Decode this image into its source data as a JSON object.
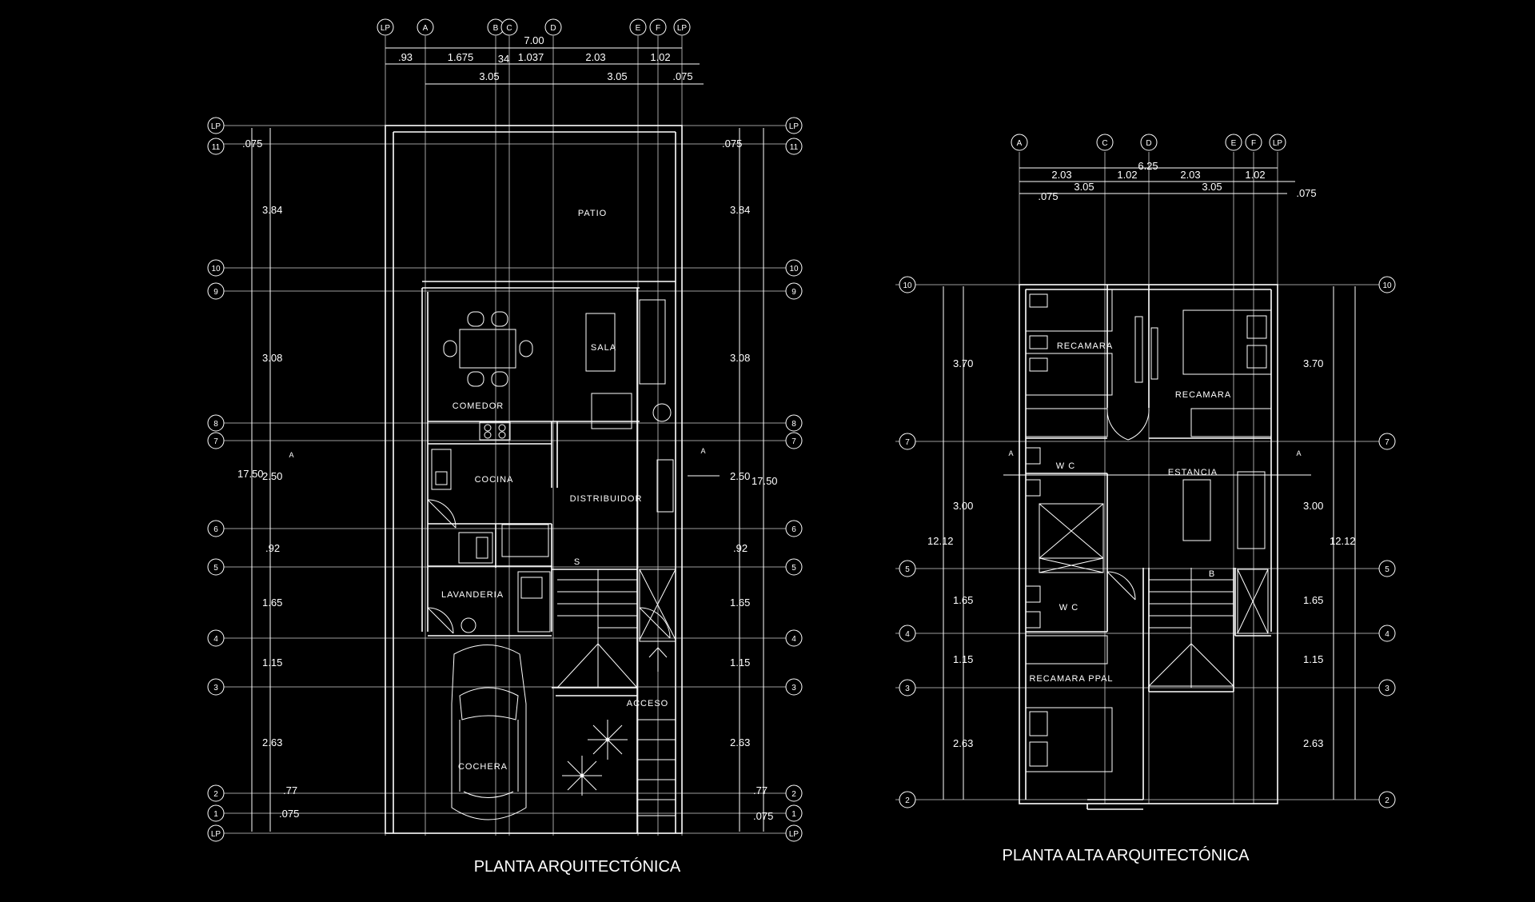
{
  "titles": {
    "ground": "PLANTA ARQUITECTÓNICA",
    "upper": "PLANTA ALTA ARQUITECTÓNICA"
  },
  "ground": {
    "top_axes": [
      "LP",
      "A",
      "B",
      "C",
      "D",
      "E",
      "F",
      "LP"
    ],
    "total_width": "7.00",
    "top_dims_row1": [
      ".93",
      "1.675",
      "34",
      "1.037",
      "2.03",
      "1.02"
    ],
    "top_dims_row2": [
      "3.05",
      "3.05",
      ".075"
    ],
    "side_axes": [
      "LP",
      "11",
      "10",
      "9",
      "8",
      "7",
      "6",
      "5",
      "4",
      "3",
      "2",
      "1",
      "LP"
    ],
    "side_dims": [
      ".075",
      "3.84",
      "3.08",
      "2.50",
      ".92",
      "1.65",
      "1.15",
      "2.63",
      ".77",
      ".075"
    ],
    "total_length": "17.50",
    "rooms": [
      "PATIO",
      "SALA",
      "COMEDOR",
      "COCINA",
      "DISTRIBUIDOR",
      "LAVANDERIA",
      "ACCESO",
      "COCHERA"
    ],
    "stair_label": "S",
    "section_mark": "A"
  },
  "upper": {
    "top_axes": [
      "A",
      "C",
      "D",
      "E",
      "F",
      "LP"
    ],
    "total_width": "6.25",
    "top_dims_row1": [
      "2.03",
      "1.02",
      "2.03",
      "1.02"
    ],
    "top_dims_row2": [
      "3.05",
      "3.05"
    ],
    "offset_dims": [
      ".075",
      ".075"
    ],
    "side_axes": [
      "10",
      "7",
      "5",
      "4",
      "3",
      "2"
    ],
    "side_dims": [
      "3.70",
      "3.00",
      "1.65",
      "1.15",
      "2.63"
    ],
    "total_length": "12.12",
    "rooms": [
      "RECAMARA",
      "RECAMARA",
      "W C",
      "ESTANCIA",
      "W C",
      "RECAMARA PPAL"
    ],
    "stair_label": "B",
    "section_mark": "A"
  }
}
